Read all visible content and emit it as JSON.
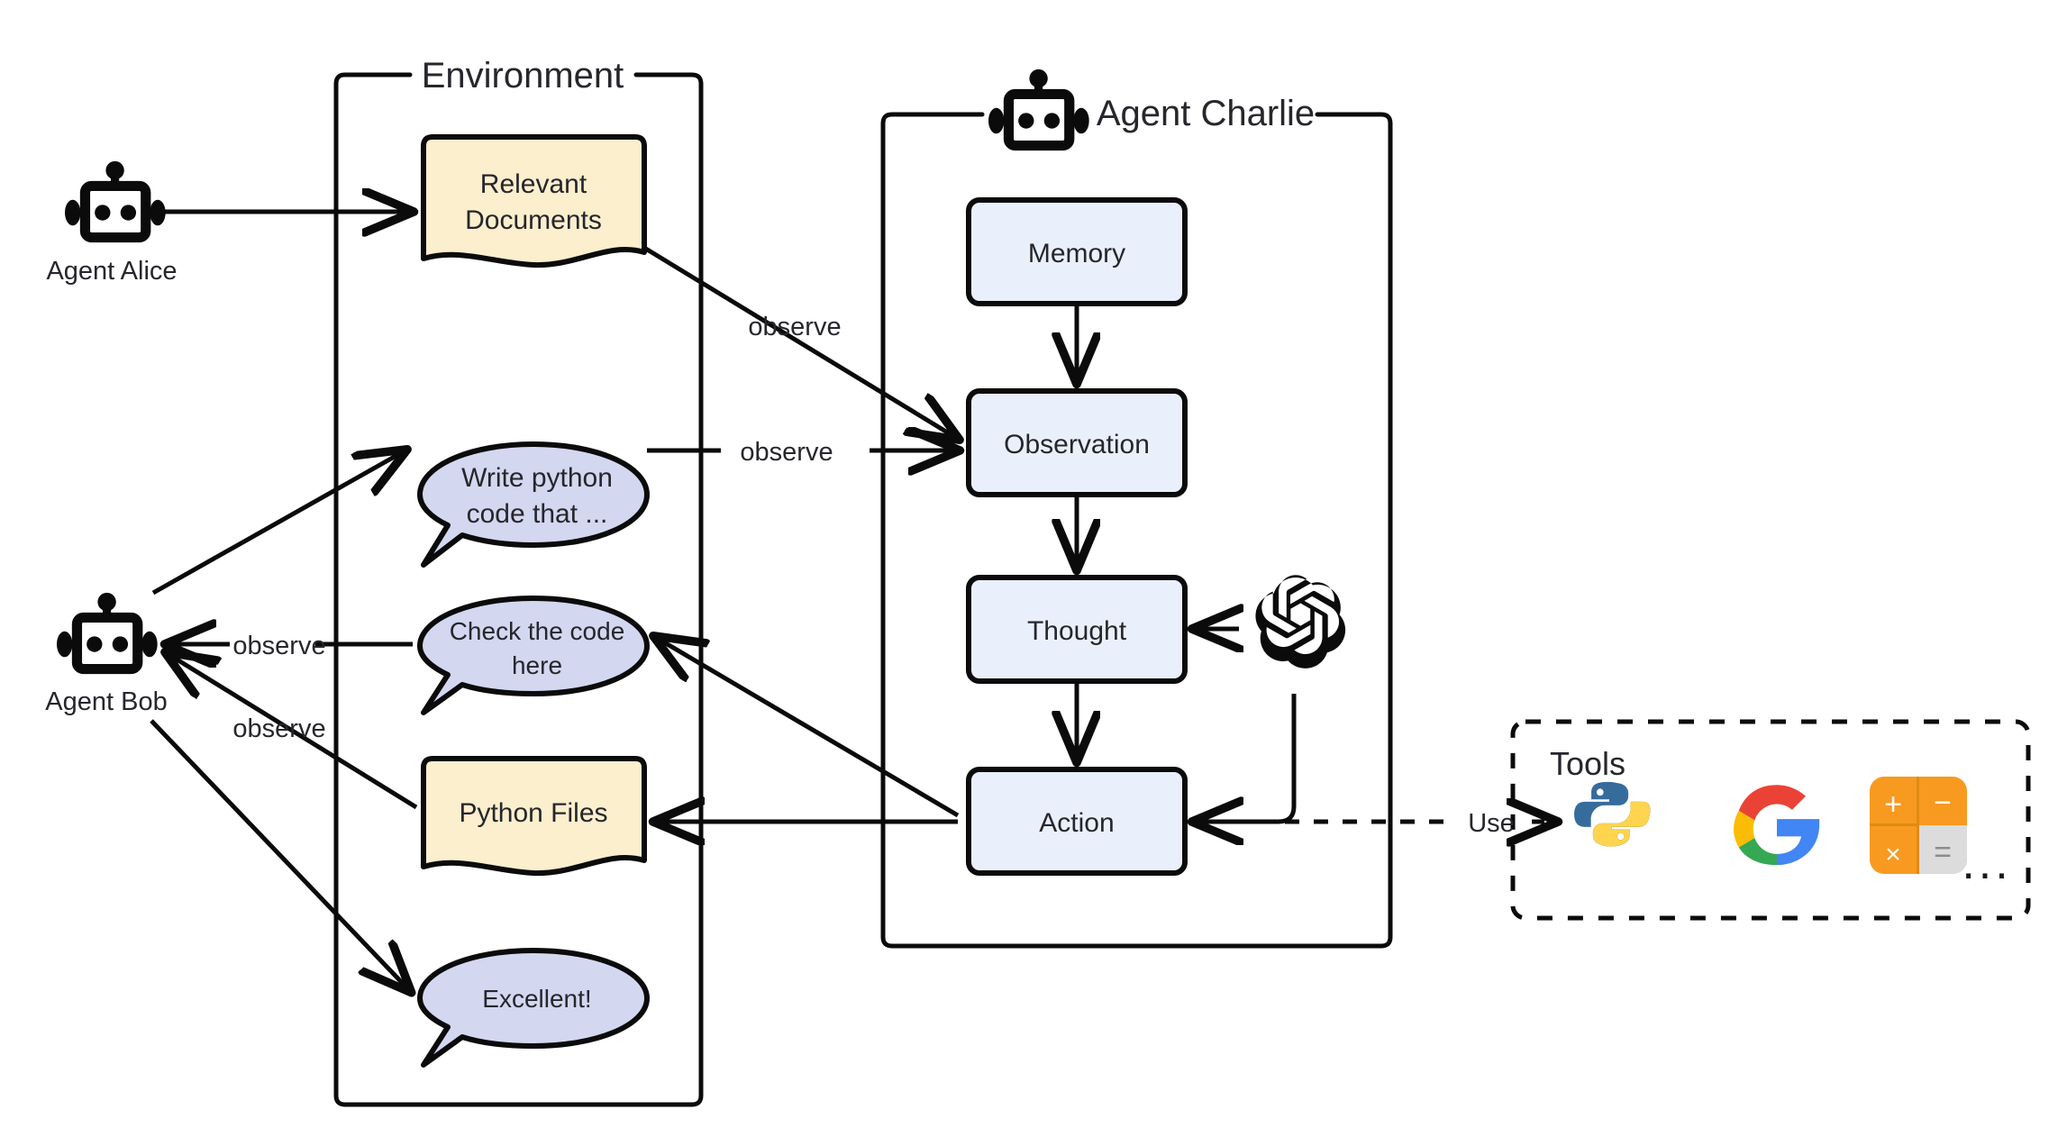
{
  "diagram": {
    "type": "agent-architecture-diagram",
    "groups": [
      {
        "id": "environment",
        "title": "Environment"
      },
      {
        "id": "agent-charlie",
        "title": "Agent Charlie"
      },
      {
        "id": "tools",
        "title": "Tools"
      }
    ],
    "agents": [
      {
        "id": "alice",
        "name": "Agent Alice",
        "icon": "robot-icon"
      },
      {
        "id": "bob",
        "name": "Agent Bob",
        "icon": "robot-icon"
      },
      {
        "id": "charlie",
        "name": "Agent Charlie",
        "icon": "robot-icon"
      }
    ],
    "environment_items": [
      {
        "id": "relevant-documents",
        "label_line1": "Relevant",
        "label_line2": "Documents",
        "shape": "document",
        "fill": "#fcefcd"
      },
      {
        "id": "write-python-code",
        "label_line1": "Write python",
        "label_line2": "code that ...",
        "shape": "speech-bubble",
        "fill": "#d3d7f0"
      },
      {
        "id": "check-the-code",
        "label_line1": "Check the code",
        "label_line2": "here",
        "shape": "speech-bubble",
        "fill": "#d3d7f0"
      },
      {
        "id": "python-files",
        "label_line1": "Python Files",
        "label_line2": "",
        "shape": "document",
        "fill": "#fcefcd"
      },
      {
        "id": "excellent",
        "label_line1": "Excellent!",
        "label_line2": "",
        "shape": "speech-bubble",
        "fill": "#d3d7f0"
      }
    ],
    "agent_loop": [
      {
        "id": "memory",
        "label": "Memory",
        "fill": "#eaf0fb"
      },
      {
        "id": "observation",
        "label": "Observation",
        "fill": "#eaf0fb"
      },
      {
        "id": "thought",
        "label": "Thought",
        "fill": "#eaf0fb"
      },
      {
        "id": "action",
        "label": "Action",
        "fill": "#eaf0fb"
      }
    ],
    "llm": {
      "id": "openai-logo",
      "icon": "openai-logo-icon"
    },
    "tools": {
      "title": "Tools",
      "items": [
        {
          "id": "python",
          "icon": "python-logo-icon"
        },
        {
          "id": "google",
          "icon": "google-logo-icon"
        },
        {
          "id": "calculator",
          "icon": "calculator-icon",
          "keys": [
            "+",
            "−",
            "×",
            "="
          ]
        }
      ],
      "more": "..."
    },
    "edge_labels": {
      "observe_documents": "observe",
      "observe_message": "observe",
      "observe_to_bob_1": "observe",
      "observe_to_bob_2": "observe",
      "use_tools": "Use"
    },
    "colors": {
      "document_fill": "#fcefcd",
      "bubble_fill": "#d3d7f0",
      "node_fill": "#eaf0fb",
      "stroke": "#0b0b0b",
      "text": "#26262c",
      "python_blue": "#366c9c",
      "python_yellow": "#ffd martin",
      "google_blue": "#4285f4",
      "google_red": "#ea4335",
      "google_yellow": "#fbbc05",
      "google_green": "#34a853",
      "calc_orange": "#f79a1f",
      "calc_gray": "#dcdcdc"
    }
  }
}
